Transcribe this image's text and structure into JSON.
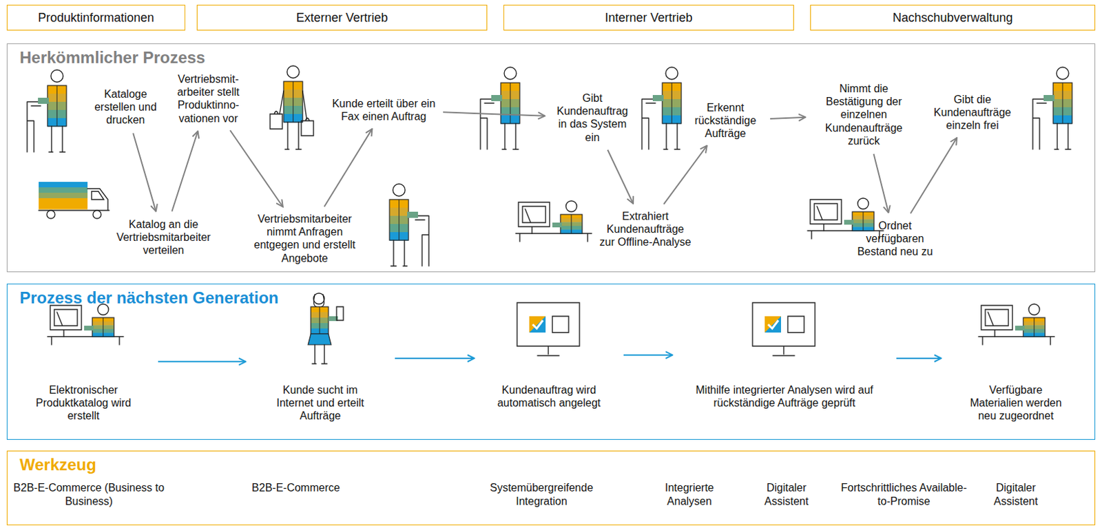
{
  "diagram": {
    "nodes": [
      {
        "text": [
          "Produktinformationen"
        ]
      },
      {
        "text": [
          "Externer Vertrieb"
        ]
      },
      {
        "text": [
          "Interner Vertrieb"
        ]
      },
      {
        "text": [
          "Nachschubverwaltung"
        ]
      },
      {
        "text": [
          "Herkömmlicher Prozess"
        ]
      },
      {
        "text": [
          "Kataloge erstellen und drucken"
        ],
        "in": 4
      },
      {
        "text": [
          "Katalog an die Vertriebsmitarbeiter verteilen"
        ],
        "in": 4
      },
      {
        "text": [
          "Vertriebsmit-arbeiter stellt Produktinno-vationen vor"
        ],
        "in": 4
      },
      {
        "text": [
          "Vertriebsmitarbeiter nimmt Anfragen entgegen und erstellt Angebote"
        ],
        "in": 4
      },
      {
        "text": [
          "Kunde erteilt über ein Fax einen Auftrag"
        ],
        "in": 4
      },
      {
        "text": [
          "Gibt Kundenauftrag in das System ein"
        ],
        "in": 4
      },
      {
        "text": [
          "Extrahiert Kundenaufträge zur Offline-Analyse"
        ],
        "in": 4
      },
      {
        "text": [
          "Erkennt rückständige Aufträge"
        ],
        "in": 4
      },
      {
        "text": [
          "Nimmt die Bestätigung der einzelnen Kundenaufträge zurück"
        ],
        "in": 4
      },
      {
        "text": [
          "Ordnet verfügbaren Bestand neu zu"
        ],
        "in": 4
      },
      {
        "text": [
          "Gibt die Kundenaufträge einzeln frei"
        ],
        "in": 4
      },
      {
        "text": [
          "Prozess der nächsten Generation"
        ]
      },
      {
        "text": [
          "Elektronischer Produktkatalog wird erstellt"
        ],
        "in": 16
      },
      {
        "text": [
          "Kunde sucht im Internet und erteilt Aufträge"
        ],
        "in": 16
      },
      {
        "text": [
          "Kundenauftrag wird automatisch angelegt"
        ],
        "in": 16
      },
      {
        "text": [
          "Mithilfe integrierter Analysen wird auf rückständige Aufträge geprüft"
        ],
        "in": 16
      },
      {
        "text": [
          "Verfügbare Materialien werden neu zugeordnet"
        ],
        "in": 16
      },
      {
        "text": [
          "Werkzeug",
          "B2B-E-Commerce (Business to Business)",
          "B2B-E-Commerce",
          "Systemübergreifende Integration",
          "Integrierte Analysen",
          "Digitaler Assistent",
          "Fortschrittliches Available-to-Promise",
          "Digitaler Assistent"
        ]
      }
    ],
    "edges": [
      {
        "from": 5,
        "to": 6,
        "arrow": "to"
      },
      {
        "from": 6,
        "to": 7,
        "arrow": "to"
      },
      {
        "from": 7,
        "to": 8,
        "arrow": "to"
      },
      {
        "from": 8,
        "to": 9,
        "arrow": "to"
      },
      {
        "from": 9,
        "to": 10,
        "arrow": "to"
      },
      {
        "from": 10,
        "to": 11,
        "arrow": "to"
      },
      {
        "from": 11,
        "to": 12,
        "arrow": "to"
      },
      {
        "from": 12,
        "to": 13,
        "arrow": "to"
      },
      {
        "from": 13,
        "to": 14,
        "arrow": "to"
      },
      {
        "from": 14,
        "to": 15,
        "arrow": "to"
      },
      {
        "from": 17,
        "to": 18,
        "arrow": "to"
      },
      {
        "from": 18,
        "to": 19,
        "arrow": "to"
      },
      {
        "from": 19,
        "to": 20,
        "arrow": "to"
      },
      {
        "from": 20,
        "to": 21,
        "arrow": "to"
      }
    ]
  }
}
